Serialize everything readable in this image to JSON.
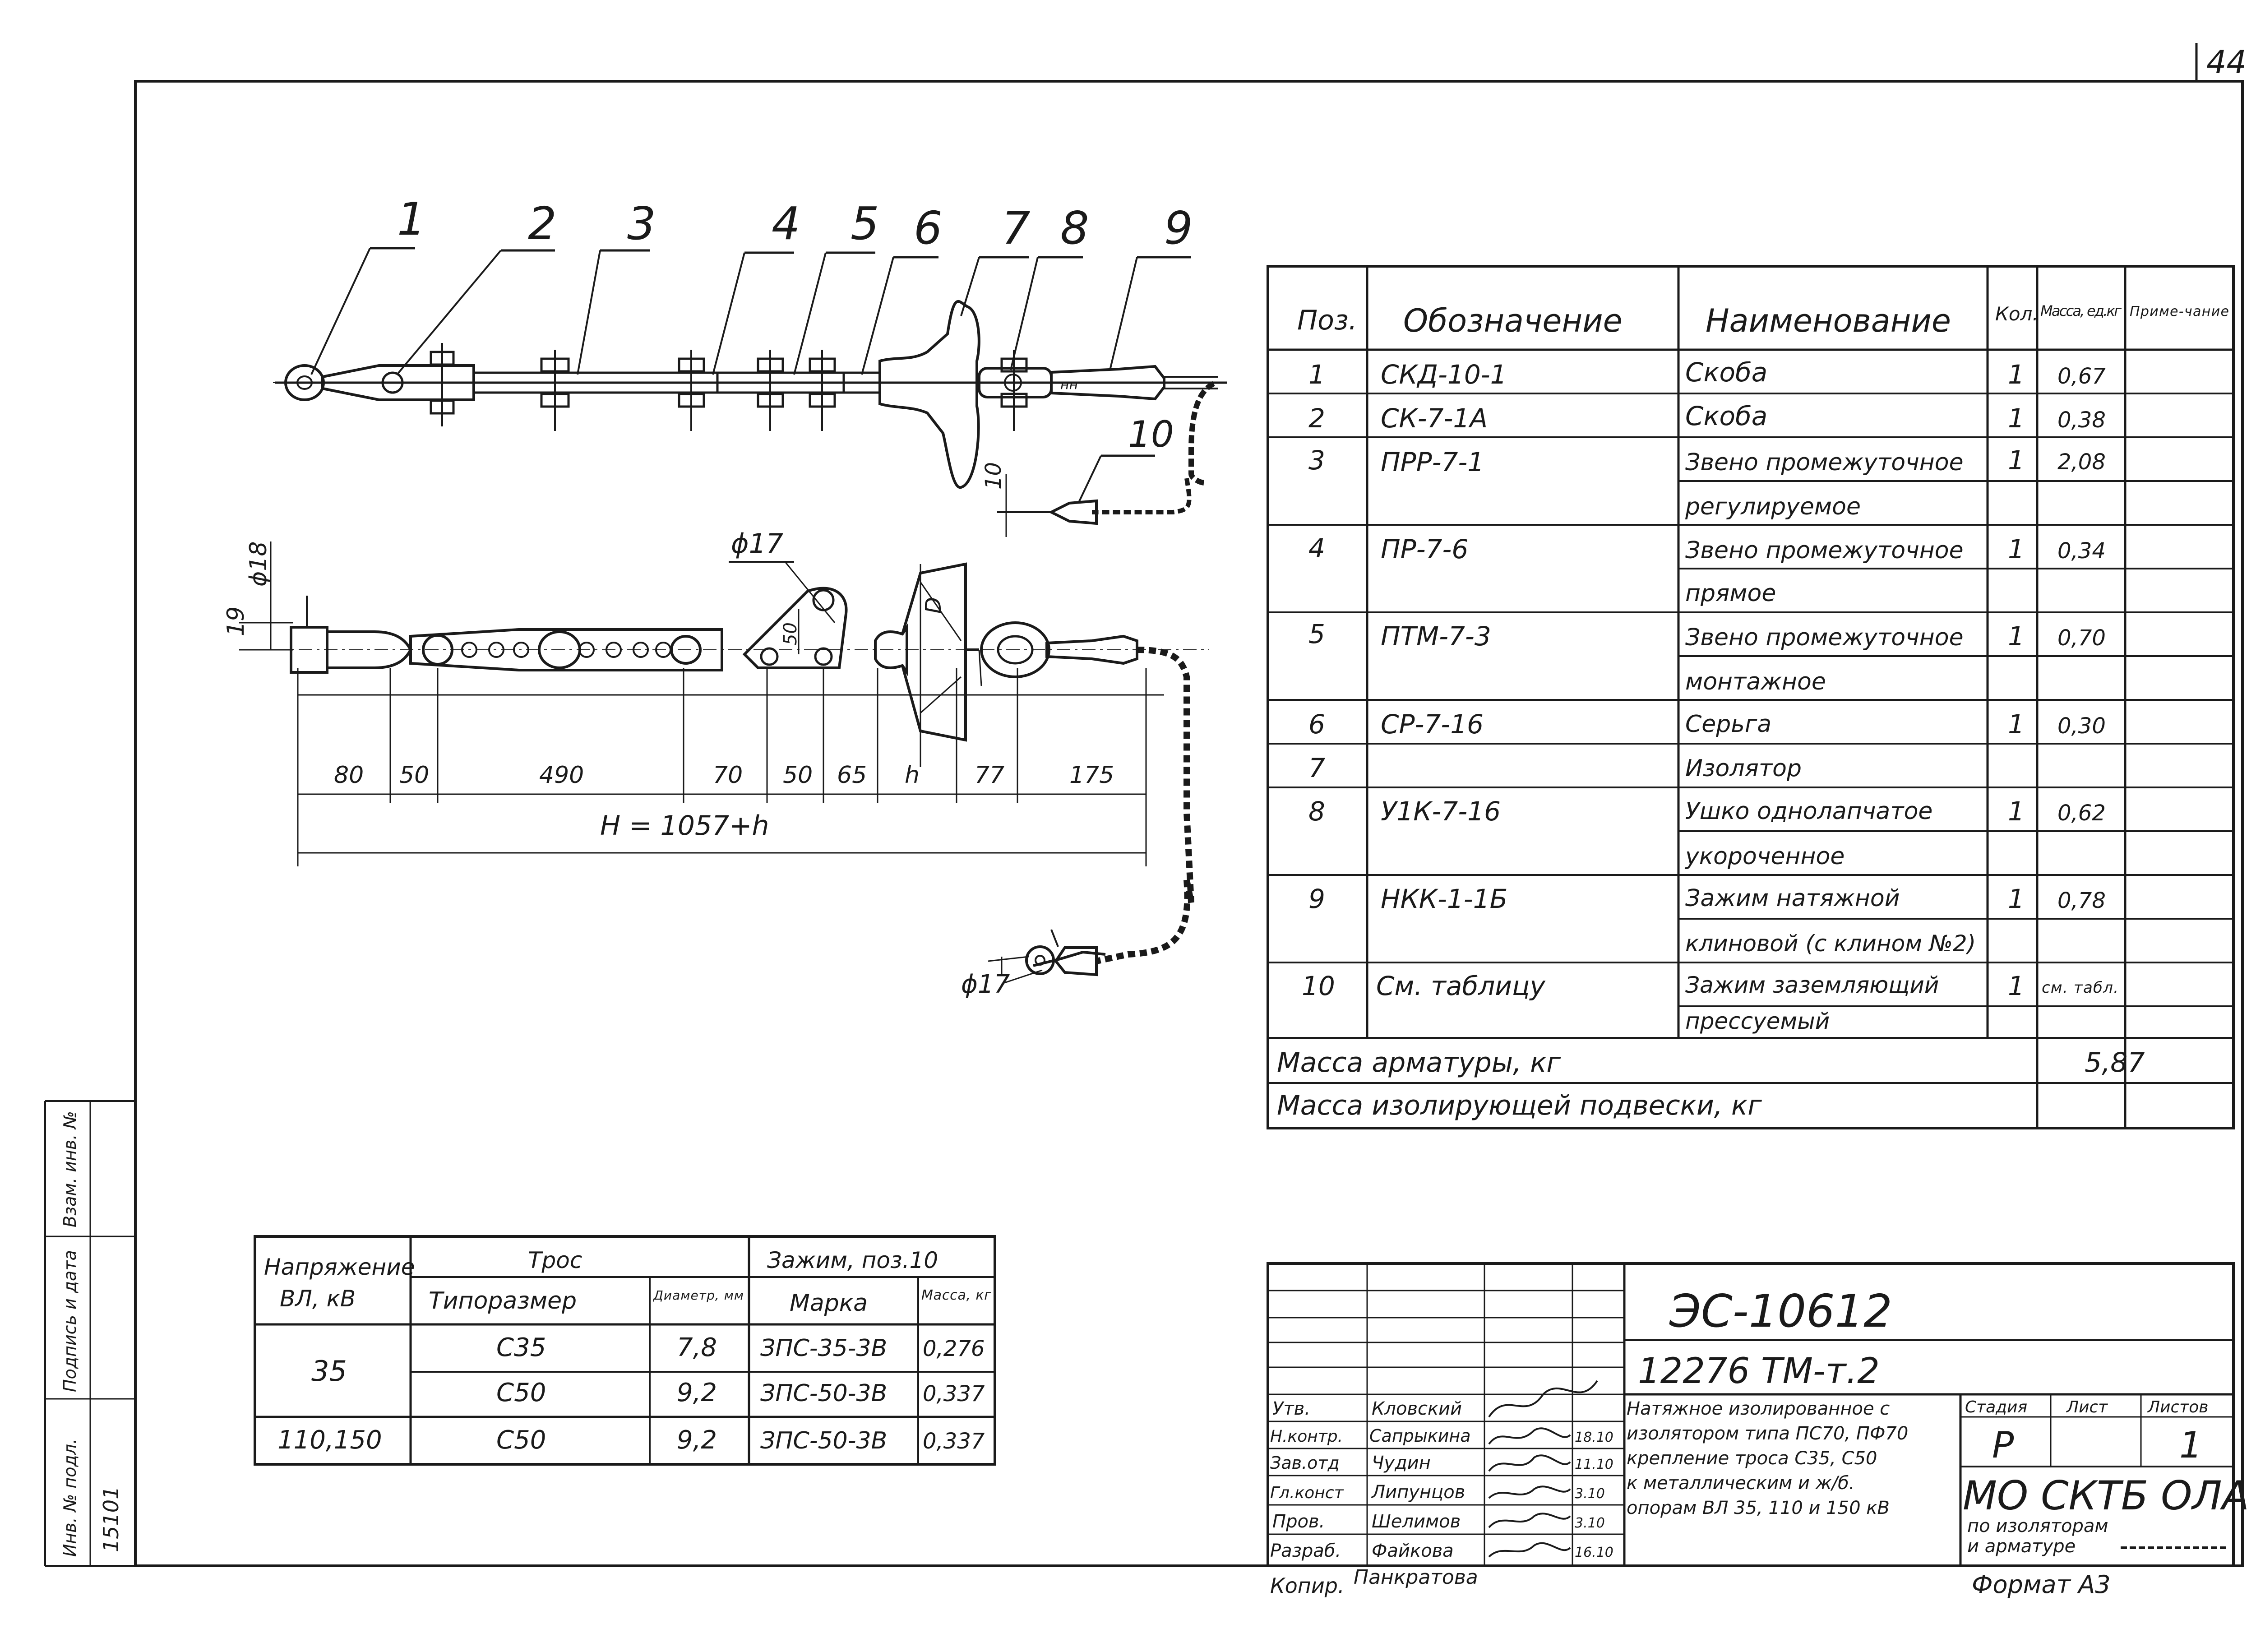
{
  "page_number": "44",
  "drawing": {
    "callouts": [
      "1",
      "2",
      "3",
      "4",
      "5",
      "6",
      "7",
      "8",
      "9",
      "10"
    ],
    "dim_phi18": "ϕ18",
    "dim_19": "19",
    "dim_phi17_top": "ϕ17",
    "dim_phi17_bottom": "ϕ17",
    "dim_10": "10",
    "dim_50v": "50",
    "dim_D": "D",
    "dims": [
      "80",
      "50",
      "490",
      "70",
      "50",
      "65",
      "h",
      "77",
      "175"
    ],
    "total": "H = 1057+h"
  },
  "parts": {
    "headers": [
      "Поз.",
      "Обозначение",
      "Наименование",
      "Кол.",
      "Масса, ед.кг",
      "Приме-чание"
    ],
    "rows": [
      [
        "1",
        "СКД-10-1",
        "Скоба",
        "1",
        "0,67",
        ""
      ],
      [
        "2",
        "СК-7-1А",
        "Скоба",
        "1",
        "0,38",
        ""
      ],
      [
        "3",
        "ПРР-7-1",
        "Звено промежуточное",
        "1",
        "2,08",
        ""
      ],
      [
        "",
        "",
        "регулируемое",
        "",
        "",
        ""
      ],
      [
        "4",
        "ПР-7-6",
        "Звено промежуточное",
        "1",
        "0,34",
        ""
      ],
      [
        "",
        "",
        "прямое",
        "",
        "",
        ""
      ],
      [
        "5",
        "ПТМ-7-3",
        "Звено промежуточное",
        "1",
        "0,70",
        ""
      ],
      [
        "",
        "",
        "монтажное",
        "",
        "",
        ""
      ],
      [
        "6",
        "СР-7-16",
        "Серьга",
        "1",
        "0,30",
        ""
      ],
      [
        "7",
        "",
        "Изолятор",
        "",
        "",
        ""
      ],
      [
        "8",
        "У1К-7-16",
        "Ушко однолапчатое",
        "1",
        "0,62",
        ""
      ],
      [
        "",
        "",
        "укороченное",
        "",
        "",
        ""
      ],
      [
        "9",
        "НКК-1-1Б",
        "Зажим натяжной",
        "1",
        "0,78",
        ""
      ],
      [
        "",
        "",
        "клиновой (с клином №2)",
        "",
        "",
        ""
      ],
      [
        "10",
        "См. таблицу",
        "Зажим заземляющий",
        "1",
        "см. табл.",
        ""
      ],
      [
        "",
        "",
        "прессуемый",
        "",
        "",
        ""
      ]
    ],
    "mass_fittings_label": "Масса арматуры, кг",
    "mass_fittings_value": "5,87",
    "mass_insulating_label": "Масса изолирующей подвески, кг",
    "mass_insulating_value": ""
  },
  "cable_table": {
    "h_voltage": "Напряжение ВЛ, кВ",
    "h_cable": "Трос",
    "h_clamp": "Зажим, поз.10",
    "h_type": "Типоразмер",
    "h_diam": "Диаметр, мм",
    "h_brand": "Марка",
    "h_mass": "Масса, кг",
    "rows": [
      [
        "35",
        "С35",
        "7,8",
        "ЗПС-35-3В",
        "0,276"
      ],
      [
        "",
        "С50",
        "9,2",
        "ЗПС-50-3В",
        "0,337"
      ],
      [
        "110,150",
        "С50",
        "9,2",
        "ЗПС-50-3В",
        "0,337"
      ]
    ]
  },
  "title_block": {
    "doc_code": "ЭС-10612",
    "doc_sub": "12276 ТМ-т.2",
    "roles": [
      {
        "role": "Утв.",
        "name": "Кловский",
        "date": ""
      },
      {
        "role": "Н.контр.",
        "name": "Сапрыкина",
        "date": "18.10"
      },
      {
        "role": "Зав.отд",
        "name": "Чудин",
        "date": "11.10"
      },
      {
        "role": "Гл.конст",
        "name": "Липунцов",
        "date": "3.10"
      },
      {
        "role": "Пров.",
        "name": "Шелимов",
        "date": "3.10"
      },
      {
        "role": "Разраб.",
        "name": "Файкова",
        "date": "16.10"
      }
    ],
    "desc": [
      "Натяжное изолированное с",
      "изолятором типа ПС70, ПФ70",
      "крепление троса С35, С50",
      "к металлическим и ж/б.",
      "опорам ВЛ 35, 110 и 150 кВ"
    ],
    "stage_label": "Стадия",
    "sheet_label": "Лист",
    "sheets_label": "Листов",
    "stage_value": "Р",
    "sheets_value": "1",
    "org": "МО СКТБ ОЛА",
    "org_sub1": "по изоляторам",
    "org_sub2": "и арматуре",
    "copied_label": "Копир.",
    "copied_name": "Панкратова",
    "format": "Формат А3"
  },
  "left_strip": {
    "inv_label": "Инв. № подл.",
    "inv_value": "15101",
    "sign_label": "Подпись и дата",
    "swap_label": "Взам. инв. №"
  }
}
